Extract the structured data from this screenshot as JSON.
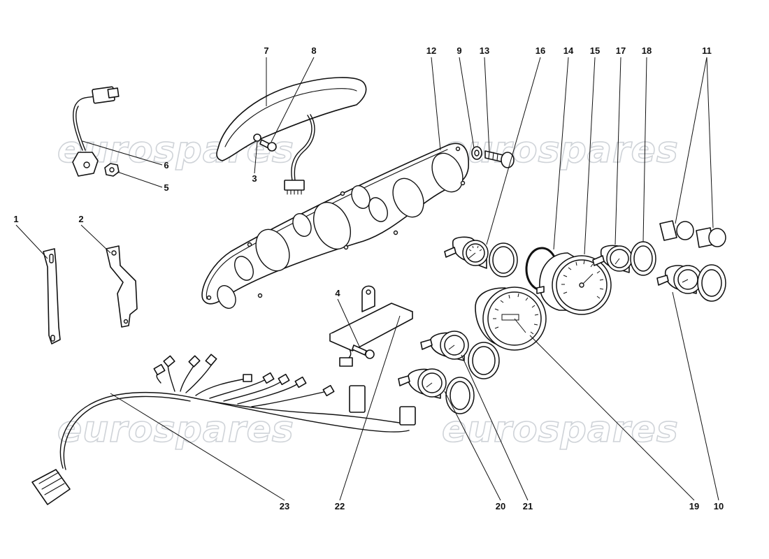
{
  "watermark": {
    "text": "eurospares"
  },
  "parts": [
    {
      "id": "p1",
      "label": "1",
      "name": "bracket-left"
    },
    {
      "id": "p2",
      "label": "2",
      "name": "bracket-right"
    },
    {
      "id": "p3",
      "label": "3",
      "name": "screw"
    },
    {
      "id": "p4",
      "label": "4",
      "name": "screw"
    },
    {
      "id": "p5",
      "label": "5",
      "name": "nut"
    },
    {
      "id": "p6",
      "label": "6",
      "name": "switch-with-lead"
    },
    {
      "id": "p7",
      "label": "7",
      "name": "warning-light-housing"
    },
    {
      "id": "p8",
      "label": "8",
      "name": "screw"
    },
    {
      "id": "p9",
      "label": "9",
      "name": "washer"
    },
    {
      "id": "p10",
      "label": "10",
      "name": "gauge"
    },
    {
      "id": "p11",
      "label": "11",
      "name": "warning-lamps"
    },
    {
      "id": "p12",
      "label": "12",
      "name": "instrument-panel"
    },
    {
      "id": "p13",
      "label": "13",
      "name": "screw"
    },
    {
      "id": "p14",
      "label": "14",
      "name": "seal-ring"
    },
    {
      "id": "p15",
      "label": "15",
      "name": "tachometer"
    },
    {
      "id": "p16",
      "label": "16",
      "name": "gauge"
    },
    {
      "id": "p17",
      "label": "17",
      "name": "gauge"
    },
    {
      "id": "p18",
      "label": "18",
      "name": "gauge-bezel"
    },
    {
      "id": "p19",
      "label": "19",
      "name": "speedometer"
    },
    {
      "id": "p20",
      "label": "20",
      "name": "gauge"
    },
    {
      "id": "p21",
      "label": "21",
      "name": "gauge"
    },
    {
      "id": "p22",
      "label": "22",
      "name": "warning-light-strip"
    },
    {
      "id": "p23",
      "label": "23",
      "name": "wiring-harness"
    }
  ]
}
